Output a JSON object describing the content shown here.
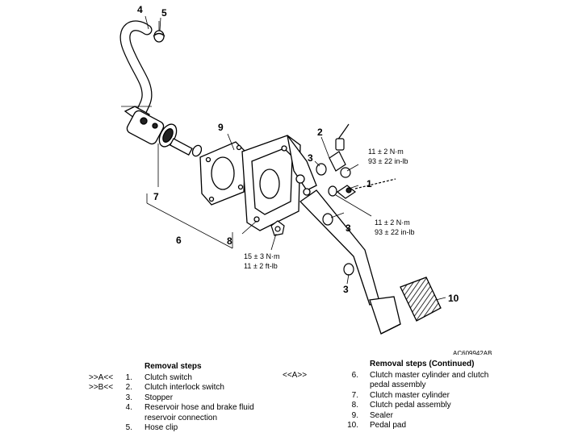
{
  "diagram": {
    "callouts": {
      "c1": "1",
      "c2": "2",
      "c3a": "3",
      "c3b": "3",
      "c3c": "3",
      "c4": "4",
      "c5": "5",
      "c6": "6",
      "c7": "7",
      "c8": "8",
      "c9": "9",
      "c10": "10"
    },
    "torque": {
      "t1_line1": "11 ± 2 N·m",
      "t1_line2": "93 ± 22 in-lb",
      "t2_line1": "11 ± 2 N·m",
      "t2_line2": "93 ± 22 in-lb",
      "t3_line1": "15 ± 3 N·m",
      "t3_line2": "11 ± 2 ft-lb"
    },
    "figure_id": "AC609942AB"
  },
  "steps_left": {
    "heading": "Removal steps",
    "rows": [
      {
        "tag": ">>A<<",
        "num": "1.",
        "text": "Clutch switch"
      },
      {
        "tag": ">>B<<",
        "num": "2.",
        "text": "Clutch interlock switch"
      },
      {
        "tag": "",
        "num": "3.",
        "text": "Stopper"
      },
      {
        "tag": "",
        "num": "4.",
        "text": "Reservoir hose and brake fluid"
      },
      {
        "tag": "",
        "num": "",
        "text": "reservoir connection"
      },
      {
        "tag": "",
        "num": "5.",
        "text": "Hose clip"
      }
    ]
  },
  "steps_right": {
    "heading": "Removal steps (Continued)",
    "rows": [
      {
        "tag": "<<A>>",
        "num": "6.",
        "text": "Clutch master cylinder and clutch"
      },
      {
        "tag": "",
        "num": "",
        "text": "pedal assembly"
      },
      {
        "tag": "",
        "num": "7.",
        "text": "Clutch master cylinder"
      },
      {
        "tag": "",
        "num": "8.",
        "text": "Clutch pedal assembly"
      },
      {
        "tag": "",
        "num": "9.",
        "text": "Sealer"
      },
      {
        "tag": "",
        "num": "10.",
        "text": "Pedal pad"
      }
    ]
  }
}
